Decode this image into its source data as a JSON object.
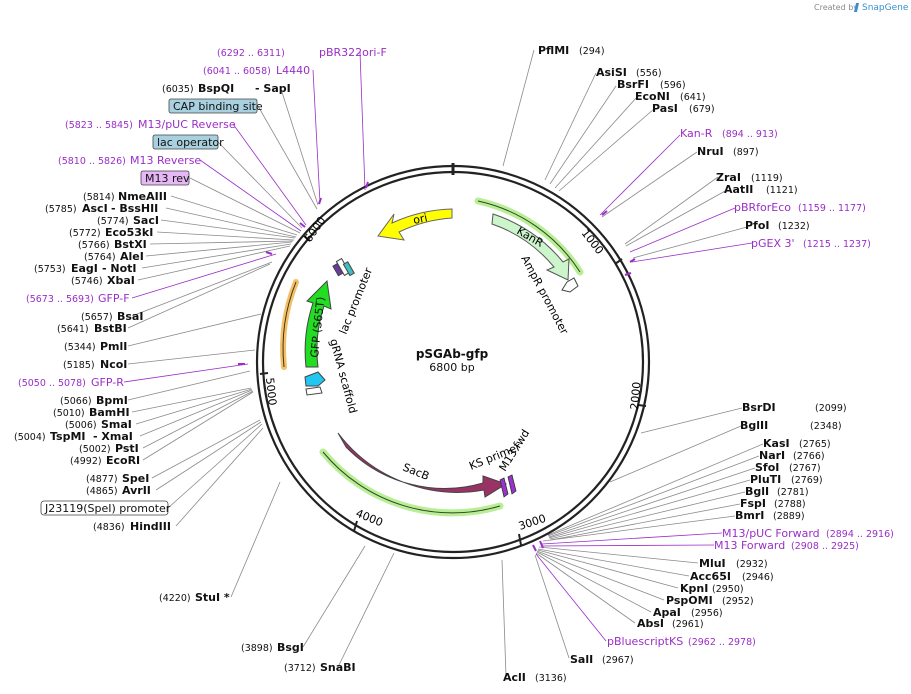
{
  "branding": {
    "created_by": "Created by",
    "product": "SnapGene"
  },
  "plasmid": {
    "name": "pSGAb-gfp",
    "length_label": "6800 bp",
    "length": 6800
  },
  "ticks": [
    "1000",
    "2000",
    "3000",
    "4000",
    "5000",
    "6000"
  ],
  "left_labels": [
    {
      "pos": "(6292 .. 6311)",
      "name": "pBR322ori-F",
      "kind": "primer"
    },
    {
      "pos": "(6041 .. 6058)",
      "name": "L4440",
      "kind": "primer"
    },
    {
      "pos": "(6035)",
      "name": "BspQI",
      "extra": "- SapI",
      "kind": "enzyme"
    },
    {
      "name": "CAP binding site",
      "kind": "box-blue"
    },
    {
      "pos": "(5823 .. 5845)",
      "name": "M13/pUC Reverse",
      "kind": "primer"
    },
    {
      "name": "lac operator",
      "kind": "box-blue"
    },
    {
      "pos": "(5810 .. 5826)",
      "name": "M13 Reverse",
      "kind": "primer"
    },
    {
      "name": "M13 rev",
      "kind": "box-purple"
    },
    {
      "pos": "(5814)",
      "name": "NmeAIII",
      "kind": "enzyme"
    },
    {
      "pos": "(5785)",
      "name": "AscI",
      "extra": "- BssHII",
      "kind": "enzyme"
    },
    {
      "pos": "(5774)",
      "name": "SacI",
      "kind": "enzyme"
    },
    {
      "pos": "(5772)",
      "name": "Eco53kI",
      "kind": "enzyme"
    },
    {
      "pos": "(5766)",
      "name": "BstXI",
      "kind": "enzyme"
    },
    {
      "pos": "(5764)",
      "name": "AleI",
      "kind": "enzyme"
    },
    {
      "pos": "(5753)",
      "name": "EagI",
      "extra": "- NotI",
      "kind": "enzyme"
    },
    {
      "pos": "(5746)",
      "name": "XbaI",
      "kind": "enzyme"
    },
    {
      "pos": "(5673 .. 5693)",
      "name": "GFP-F",
      "kind": "primer"
    },
    {
      "pos": "(5657)",
      "name": "BsaI",
      "kind": "enzyme"
    },
    {
      "pos": "(5641)",
      "name": "BstBI",
      "kind": "enzyme"
    },
    {
      "pos": "(5344)",
      "name": "PmlI",
      "kind": "enzyme"
    },
    {
      "pos": "(5185)",
      "name": "NcoI",
      "kind": "enzyme"
    },
    {
      "pos": "(5050 .. 5078)",
      "name": "GFP-R",
      "kind": "primer"
    },
    {
      "pos": "(5066)",
      "name": "BpmI",
      "kind": "enzyme"
    },
    {
      "pos": "(5010)",
      "name": "BamHI",
      "kind": "enzyme"
    },
    {
      "pos": "(5006)",
      "name": "SmaI",
      "kind": "enzyme"
    },
    {
      "pos": "(5004)",
      "name": "TspMI",
      "extra": "- XmaI",
      "kind": "enzyme"
    },
    {
      "pos": "(5002)",
      "name": "PstI",
      "kind": "enzyme"
    },
    {
      "pos": "(4992)",
      "name": "EcoRI",
      "kind": "enzyme"
    },
    {
      "pos": "(4877)",
      "name": "SpeI",
      "kind": "enzyme"
    },
    {
      "pos": "(4865)",
      "name": "AvrII",
      "kind": "enzyme"
    },
    {
      "name": "J23119(SpeI) promoter",
      "kind": "box-white"
    },
    {
      "pos": "(4836)",
      "name": "HindIII",
      "kind": "enzyme"
    }
  ],
  "right_labels": [
    {
      "name": "PflMI",
      "pos": "(294)",
      "kind": "enzyme"
    },
    {
      "name": "AsiSI",
      "pos": "(556)",
      "kind": "enzyme"
    },
    {
      "name": "BsrFI",
      "pos": "(596)",
      "kind": "enzyme"
    },
    {
      "name": "EcoNI",
      "pos": "(641)",
      "kind": "enzyme"
    },
    {
      "name": "PasI",
      "pos": "(679)",
      "kind": "enzyme"
    },
    {
      "name": "Kan-R",
      "pos": "(894 .. 913)",
      "kind": "primer"
    },
    {
      "name": "NruI",
      "pos": "(897)",
      "kind": "enzyme"
    },
    {
      "name": "ZraI",
      "pos": "(1119)",
      "kind": "enzyme"
    },
    {
      "name": "AatII",
      "pos": "(1121)",
      "kind": "enzyme"
    },
    {
      "name": "pBRforEco",
      "pos": "(1159 .. 1177)",
      "kind": "primer"
    },
    {
      "name": "PfoI",
      "pos": "(1232)",
      "kind": "enzyme"
    },
    {
      "name": "pGEX 3'",
      "pos": "(1215 .. 1237)",
      "kind": "primer"
    },
    {
      "name": "BsrDI",
      "pos": "(2099)",
      "kind": "enzyme"
    },
    {
      "name": "BglII",
      "pos": "(2348)",
      "kind": "enzyme"
    },
    {
      "name": "KasI",
      "pos": "(2765)",
      "kind": "enzyme"
    },
    {
      "name": "NarI",
      "pos": "(2766)",
      "kind": "enzyme"
    },
    {
      "name": "SfoI",
      "pos": "(2767)",
      "kind": "enzyme"
    },
    {
      "name": "PluTI",
      "pos": "(2769)",
      "kind": "enzyme"
    },
    {
      "name": "BglI",
      "pos": "(2781)",
      "kind": "enzyme"
    },
    {
      "name": "FspI",
      "pos": "(2788)",
      "kind": "enzyme"
    },
    {
      "name": "BmrI",
      "pos": "(2889)",
      "kind": "enzyme"
    },
    {
      "name": "M13/pUC Forward",
      "pos": "(2894 .. 2916)",
      "kind": "primer"
    },
    {
      "name": "M13 Forward",
      "pos": "(2908 .. 2925)",
      "kind": "primer"
    },
    {
      "name": "MluI",
      "pos": "(2932)",
      "kind": "enzyme"
    },
    {
      "name": "Acc65I",
      "pos": "(2946)",
      "kind": "enzyme"
    },
    {
      "name": "KpnI",
      "pos": "(2950)",
      "kind": "enzyme"
    },
    {
      "name": "PspOMI",
      "pos": "(2952)",
      "kind": "enzyme"
    },
    {
      "name": "ApaI",
      "pos": "(2956)",
      "kind": "enzyme"
    },
    {
      "name": "AbsI",
      "pos": "(2961)",
      "kind": "enzyme"
    },
    {
      "name": "pBluescriptKS",
      "pos": "(2962 .. 2978)",
      "kind": "primer"
    },
    {
      "name": "SalI",
      "pos": "(2967)",
      "kind": "enzyme"
    },
    {
      "name": "AclI",
      "pos": "(3136)",
      "kind": "enzyme"
    }
  ],
  "bottom_labels": [
    {
      "pos": "(4220)",
      "name": "StuI *",
      "kind": "enzyme"
    },
    {
      "pos": "(3898)",
      "name": "BsgI",
      "kind": "enzyme"
    },
    {
      "pos": "(3712)",
      "name": "SnaBI",
      "kind": "enzyme"
    }
  ],
  "features": [
    {
      "name": "ori",
      "color": "#ffff00"
    },
    {
      "name": "KanR",
      "color": "#ccf5cc"
    },
    {
      "name": "AmpR promoter",
      "color": "#ffffff"
    },
    {
      "name": "lac promoter",
      "color": "#ffffff"
    },
    {
      "name": "GFP (S65T)",
      "color": "#22dd22"
    },
    {
      "name": "gRNA scaffold",
      "color": "#ffffff"
    },
    {
      "name": "SacB",
      "color": "#993366"
    },
    {
      "name": "KS primer",
      "color": "#9933cc"
    },
    {
      "name": "M13 fwd",
      "color": "#9933cc"
    }
  ],
  "colors": {
    "primer": "#9a2ec7",
    "enzyme": "#111111",
    "blue_box": "#a9d0df",
    "purple_box": "#e5b8f5",
    "backbone": "#222222"
  }
}
